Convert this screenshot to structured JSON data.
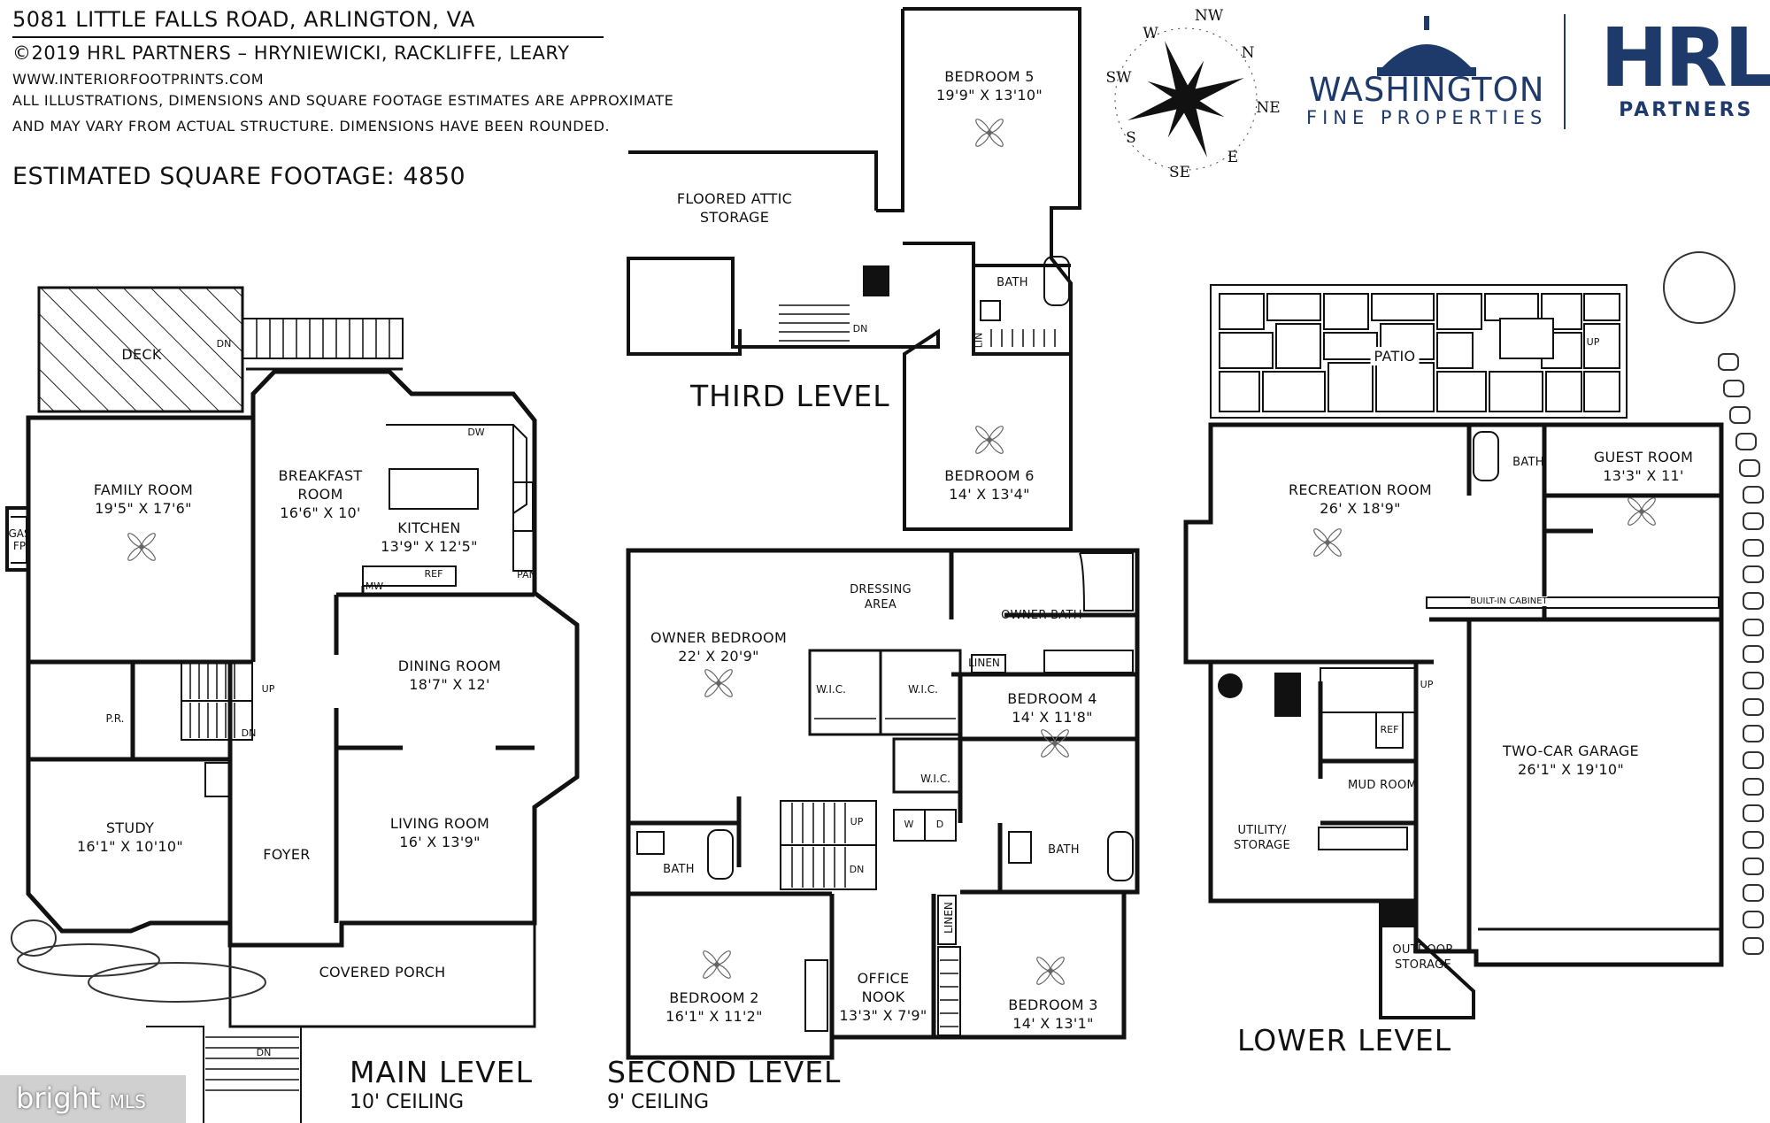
{
  "header": {
    "address": "5081 LITTLE FALLS ROAD, ARLINGTON, VA",
    "copyright": "©2019 HRL PARTNERS – HRYNIEWICKI, RACKLIFFE, LEARY",
    "website": "WWW.INTERIORFOOTPRINTS.COM",
    "disclaimer_1": "ALL ILLUSTRATIONS, DIMENSIONS AND SQUARE FOOTAGE ESTIMATES ARE APPROXIMATE",
    "disclaimer_2": "AND MAY VARY FROM ACTUAL STRUCTURE. DIMENSIONS HAVE BEEN ROUNDED.",
    "sqft": "ESTIMATED SQUARE FOOTAGE: 4850"
  },
  "logos": {
    "washington_1": "WASHINGTON",
    "washington_2": "FINE PROPERTIES",
    "hrl_1": "HRL",
    "hrl_2": "PARTNERS",
    "watermark_1": "bright",
    "watermark_2": "MLS",
    "brand_color": "#1d3a6b"
  },
  "compass": {
    "n": "N",
    "ne": "NE",
    "e": "E",
    "se": "SE",
    "s": "S",
    "sw": "SW",
    "w": "W",
    "nw": "NW"
  },
  "levels": {
    "main": {
      "name": "MAIN LEVEL",
      "ceiling": "10' CEILING"
    },
    "second": {
      "name": "SECOND LEVEL",
      "ceiling": "9' CEILING"
    },
    "third": {
      "name": "THIRD LEVEL"
    },
    "lower": {
      "name": "LOWER LEVEL"
    }
  },
  "rooms": {
    "deck": "DECK",
    "family": {
      "name": "FAMILY ROOM",
      "dim": "19'5\" X 17'6\""
    },
    "breakfast": {
      "name": "BREAKFAST",
      "name2": "ROOM",
      "dim": "16'6\" X 10'"
    },
    "kitchen": {
      "name": "KITCHEN",
      "dim": "13'9\" X 12'5\""
    },
    "gas": {
      "name": "GAS",
      "name2": "FP"
    },
    "dining": {
      "name": "DINING ROOM",
      "dim": "18'7\" X 12'"
    },
    "pr": "P.R.",
    "study": {
      "name": "STUDY",
      "dim": "16'1\" X 10'10\""
    },
    "foyer": "FOYER",
    "living": {
      "name": "LIVING ROOM",
      "dim": "16' X 13'9\""
    },
    "porch": "COVERED PORCH",
    "attic": {
      "name": "FLOORED ATTIC",
      "name2": "STORAGE"
    },
    "bed5": {
      "name": "BEDROOM 5",
      "dim": "19'9\" X 13'10\""
    },
    "bed6": {
      "name": "BEDROOM 6",
      "dim": "14' X 13'4\""
    },
    "bath3": "BATH",
    "lin3": "LIN",
    "owner": {
      "name": "OWNER BEDROOM",
      "dim": "22' X 20'9\""
    },
    "dressing": {
      "name": "DRESSING",
      "name2": "AREA"
    },
    "ownerbath": "OWNER BATH",
    "linen1": "LINEN",
    "wic1": "W.I.C.",
    "wic2": "W.I.C.",
    "wic3": "W.I.C.",
    "bed4": {
      "name": "BEDROOM 4",
      "dim": "14' X 11'8\""
    },
    "w": "W",
    "d": "D",
    "bath2a": "BATH",
    "bath2b": "BATH",
    "linen2": "LINEN",
    "bed2": {
      "name": "BEDROOM 2",
      "dim": "16'1\" X 11'2\""
    },
    "office": {
      "name": "OFFICE",
      "name2": "NOOK",
      "dim": "13'3\" X 7'9\""
    },
    "bed3": {
      "name": "BEDROOM 3",
      "dim": "14' X 13'1\""
    },
    "patio": "PATIO",
    "bathL": "BATH",
    "rec": {
      "name": "RECREATION ROOM",
      "dim": "26' X 18'9\""
    },
    "guest": {
      "name": "GUEST ROOM",
      "dim": "13'3\" X 11'"
    },
    "builtin": "BUILT-IN CABINET",
    "garage": {
      "name": "TWO-CAR GARAGE",
      "dim": "26'1\" X 19'10\""
    },
    "mud": "MUD ROOM",
    "utility": {
      "name": "UTILITY/",
      "name2": "STORAGE"
    },
    "outdoor": {
      "name": "OUTDOOR",
      "name2": "STORAGE"
    }
  },
  "fixtures": {
    "dw": "DW",
    "ref": "REF",
    "mw": "MW",
    "pan": "PAN",
    "ref_lower": "REF",
    "up": "UP",
    "dn": "DN"
  }
}
